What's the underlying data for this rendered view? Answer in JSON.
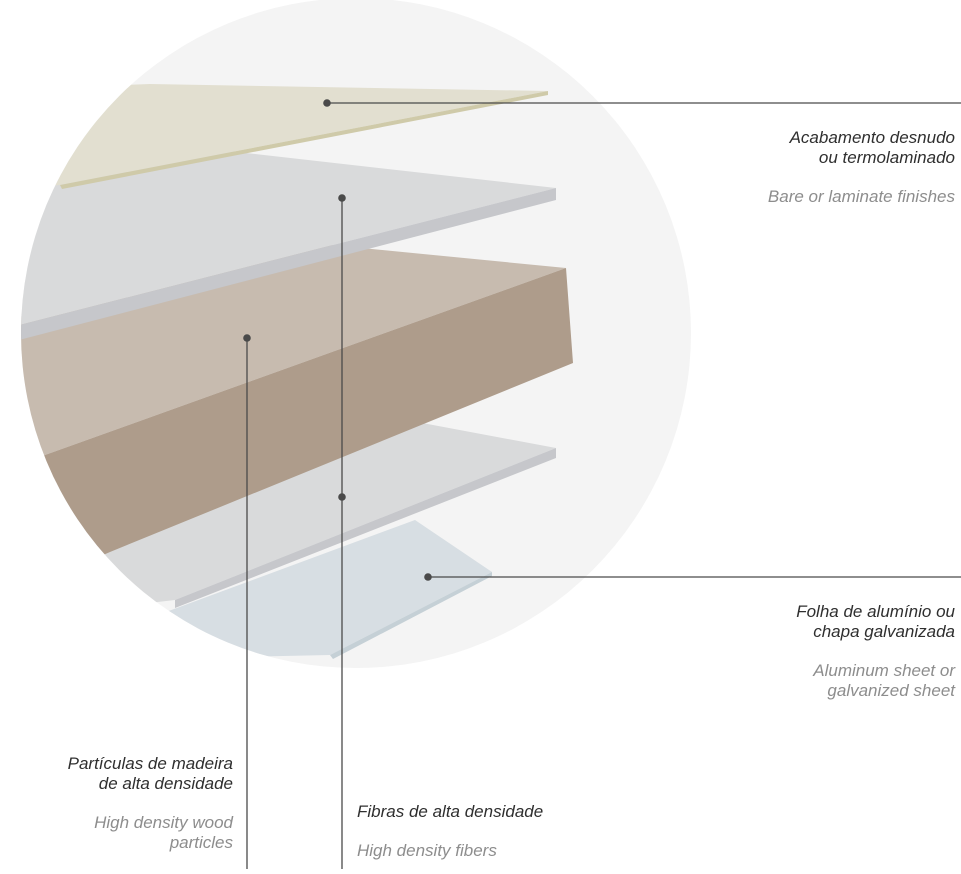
{
  "callouts": {
    "finish": {
      "pt_line1": "Acabamento desnudo",
      "pt_line2": "ou termolaminado",
      "en_line1": "Bare or laminate finishes"
    },
    "aluminum": {
      "pt_line1": "Folha de alumínio ou",
      "pt_line2": "chapa galvanizada",
      "en_line1": "Aluminum sheet or",
      "en_line2": "galvanized sheet"
    },
    "wood": {
      "pt_line1": "Partículas de madeira",
      "pt_line2": "de alta densidade",
      "en_line1": "High density wood",
      "en_line2": "particles"
    },
    "fibers": {
      "pt_line1": "Fibras de alta densidade",
      "en_line1": "High density fibers"
    }
  },
  "colors": {
    "circle_bg": "#f4f4f4",
    "finish_layer": "#e2dfd0",
    "finish_edge": "#cfcaa9",
    "fiber_layer": "#d9dadb",
    "fiber_edge": "#c6c7cb",
    "wood_top": "#c7bbaf",
    "wood_front": "#ae9c8b",
    "aluminum_layer": "#d7dee3",
    "aluminum_edge": "#c5d0d6",
    "leader_line": "#4a4a4a"
  }
}
